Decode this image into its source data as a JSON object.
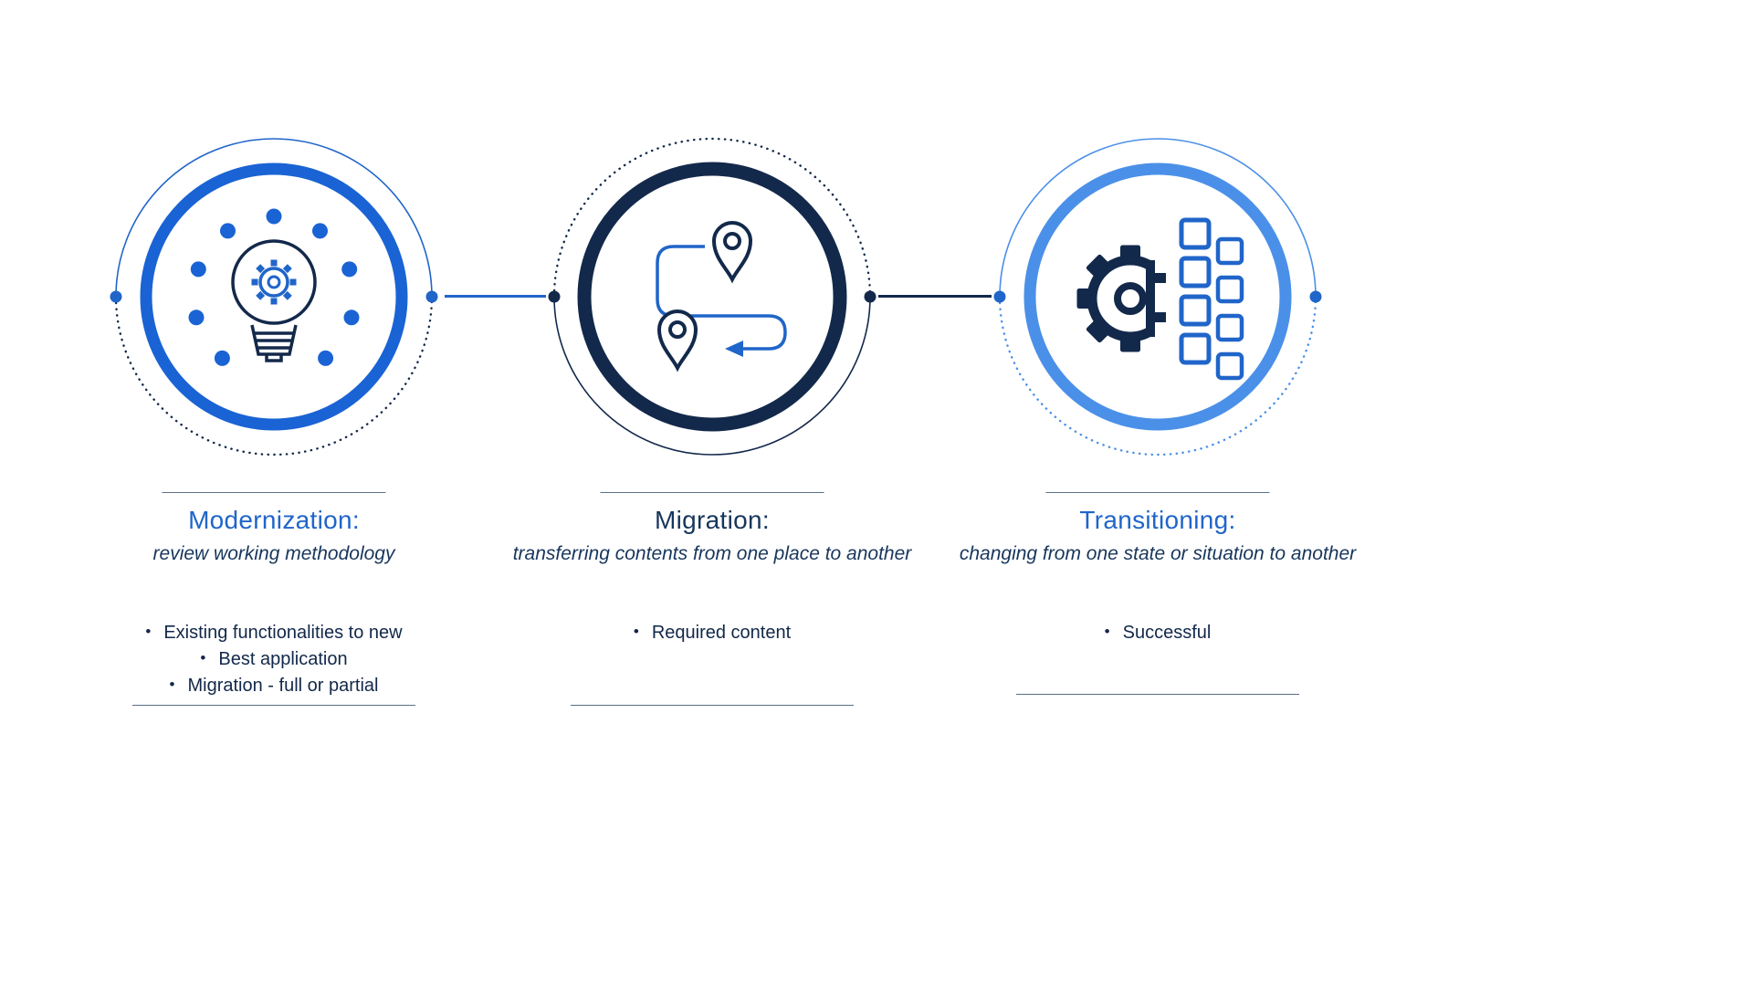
{
  "colors": {
    "accent_blue": "#2065C9",
    "ring_blue": "#1A63D4",
    "ring_light_blue": "#4B90E8",
    "navy": "#13294B",
    "text_navy": "#17365C",
    "bullet_text": "#12284A",
    "divider": "#5B6F86"
  },
  "columns": [
    {
      "id": "modernization",
      "icon": "lightbulb-gear-icon",
      "title": "Modernization:",
      "subtitle": "review working methodology",
      "bullets": [
        "Existing functionalities to new",
        "Best application",
        "Migration  - full or partial"
      ]
    },
    {
      "id": "migration",
      "icon": "route-pins-icon",
      "title": "Migration:",
      "subtitle": "transferring contents from one place to another",
      "bullets": [
        "Required content"
      ]
    },
    {
      "id": "transitioning",
      "icon": "gear-modules-icon",
      "title": "Transitioning:",
      "subtitle": "changing from one state or situation to another",
      "bullets": [
        "Successful"
      ]
    }
  ]
}
